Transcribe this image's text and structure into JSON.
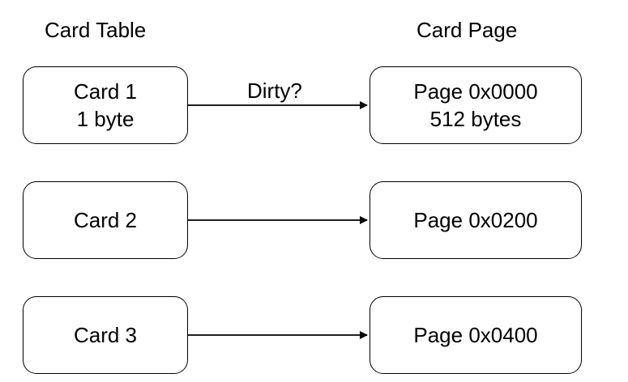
{
  "headings": {
    "left": "Card Table",
    "right": "Card Page"
  },
  "cards": [
    {
      "title": "Card 1",
      "subtitle": "1 byte"
    },
    {
      "title": "Card 2"
    },
    {
      "title": "Card 3"
    }
  ],
  "pages": [
    {
      "title": "Page 0x0000",
      "subtitle": "512 bytes"
    },
    {
      "title": "Page 0x0200"
    },
    {
      "title": "Page 0x0400"
    }
  ],
  "edge_label": "Dirty?"
}
